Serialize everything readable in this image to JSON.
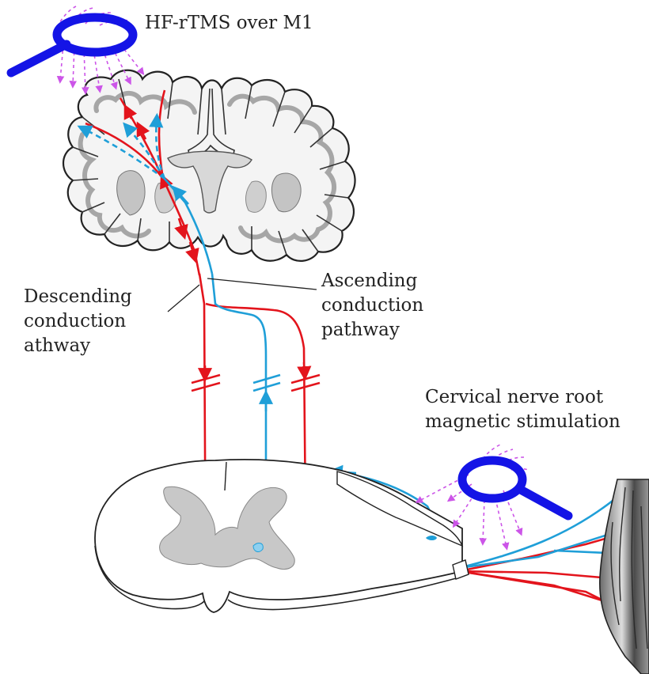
{
  "labels": {
    "hf_rtms": "HF-rTMS over M1",
    "descending": [
      "Descending",
      "conduction",
      "athway"
    ],
    "ascending": [
      "Ascending",
      "conduction",
      "pathway"
    ],
    "cervical": [
      "Cervical nerve root",
      "magnetic stimulation"
    ]
  },
  "colors": {
    "descending_pathway": "#e3141c",
    "ascending_pathway": "#1f9fd8",
    "coil": "#1414e6",
    "magnetic_field": "#cc55e8",
    "gray_matter": "#c8c8c8",
    "outline": "#222222"
  }
}
